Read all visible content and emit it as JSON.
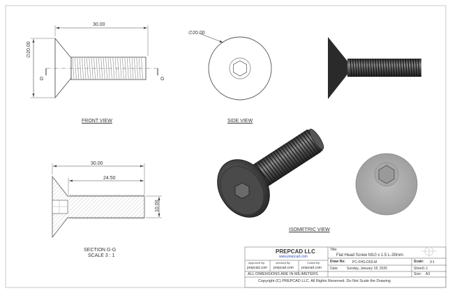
{
  "drawing": {
    "front_view": {
      "label": "FRONT VIEW",
      "dim_length": "30.00",
      "dim_diameter": "∅20.00",
      "section_marker_left": "G",
      "section_marker_right": "G"
    },
    "side_view": {
      "label": "SIDE VIEW",
      "dim_diameter": "∅20.00"
    },
    "section_view": {
      "label_line1": "SECTION G-G",
      "label_line2": "SCALE 3 : 1",
      "dim_length": "30.00",
      "dim_thread": "24.50",
      "dim_diameter": "10.00"
    },
    "isometric_view": {
      "label": "ISOMETRIC VIEW"
    }
  },
  "title_block": {
    "company": "PREPCAD LLC",
    "website": "www.prepcad.com",
    "approved_by_label": "Approved By:",
    "approved_by_value": "prepcad.com",
    "checked_by_label": "checked By:",
    "checked_by_value": "prepcad.com",
    "crated_by_label": "Crated By:",
    "crated_by_value": "prepcad.com",
    "title_label": "Title:",
    "title_value": "Flat Head Screw M10 x 1.5 L-30mm",
    "draw_no_label": "Draw No:",
    "draw_no_value": "PC-FHS-D03-M",
    "scale_label": "Scale:",
    "scale_value": "3:1",
    "date_label": "Date:",
    "date_value": "Sunday, January 18, 2026",
    "sheet_value": "Sheet1-1",
    "size_label": "Size:",
    "size_value": "A3",
    "dims_note": "ALL DIMENSIONS ARE IN MILIMETERS",
    "copyright": "Copyright (C)  PREPCAD LLC. All Rights Reserved. Do Not Scale the Drawing"
  }
}
